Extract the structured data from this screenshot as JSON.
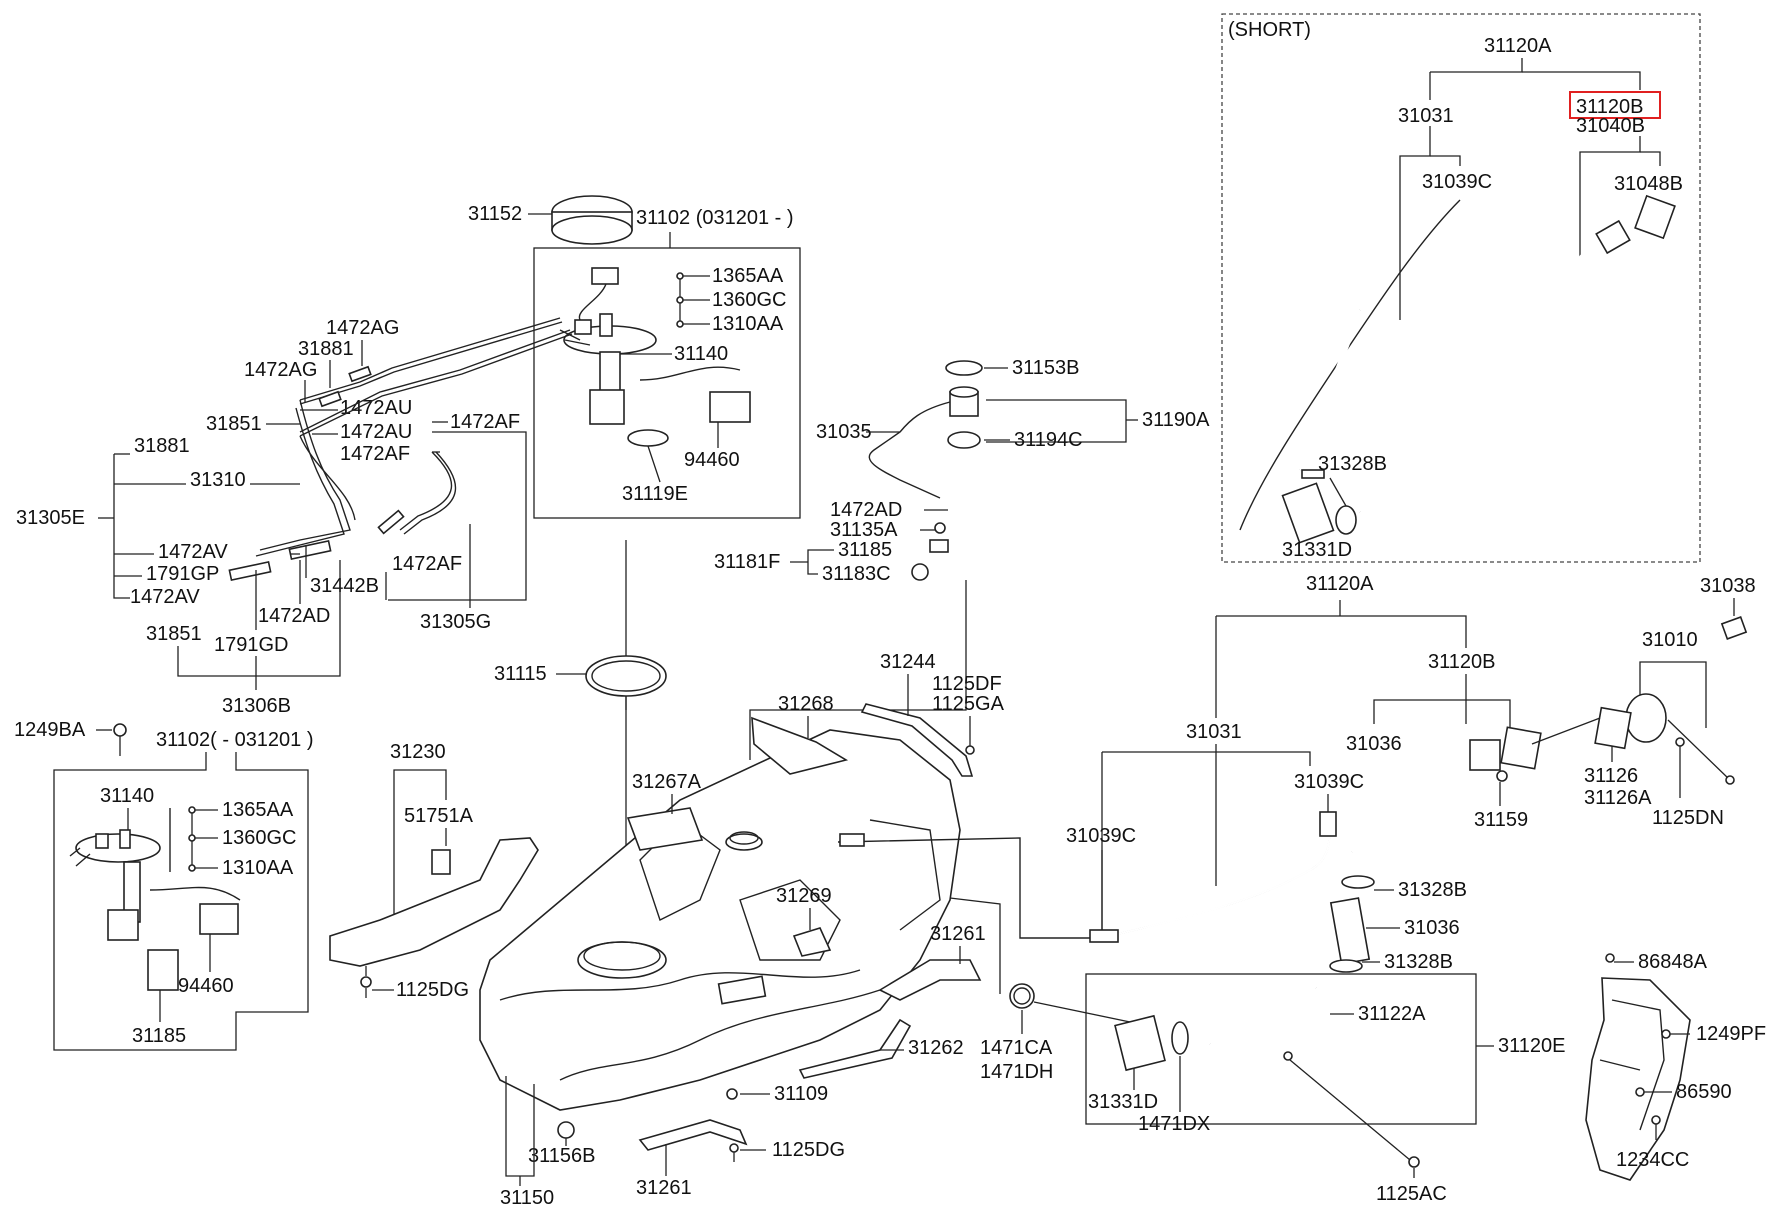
{
  "diagram": {
    "inset_title": "(SHORT)",
    "highlight_label": "31120B",
    "labels": [
      "31120A",
      "31031",
      "31040B",
      "31039C",
      "31048B",
      "31328B",
      "31331D",
      "31152",
      "31102 (031201 - )",
      "1365AA",
      "1360GC",
      "1310AA",
      "31140",
      "94460",
      "31119E",
      "1472AG",
      "31881",
      "1472AG",
      "1472AU",
      "31851",
      "1472AU",
      "1472AF",
      "1472AF",
      "31881",
      "31310",
      "31305E",
      "1472AV",
      "1791GP",
      "1472AV",
      "31442B",
      "1472AD",
      "1472AF",
      "31305G",
      "31851",
      "1791GD",
      "31306B",
      "31153B",
      "31035",
      "31190A",
      "31194C",
      "1472AD",
      "31135A",
      "31185",
      "31181F",
      "31183C",
      "31115",
      "31244",
      "1125DF",
      "1125GA",
      "31268",
      "31267A",
      "31269",
      "31261",
      "31262",
      "31109",
      "31156B",
      "31150",
      "31261",
      "1125DG",
      "1249BA",
      "31102( - 031201 )",
      "31140",
      "1365AA",
      "1360GC",
      "1310AA",
      "94460",
      "31185",
      "31230",
      "51751A",
      "1125DG",
      "31120A",
      "31031",
      "31120B",
      "31036",
      "31039C",
      "31039C",
      "31159",
      "31328B",
      "31036",
      "31328B",
      "31038",
      "31010",
      "31126",
      "31126A",
      "1125DN",
      "1471CA",
      "1471DH",
      "31122A",
      "31120E",
      "31331D",
      "1471DX",
      "1125AC",
      "86848A",
      "1249PF",
      "86590",
      "1234CC"
    ]
  }
}
